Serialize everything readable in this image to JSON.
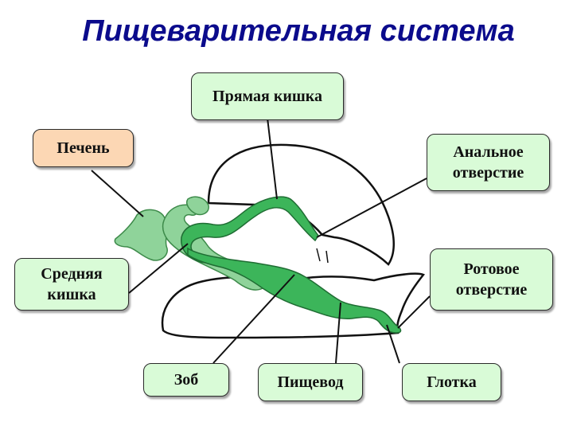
{
  "title": "Пищеварительная система",
  "labels": {
    "rectum": "Прямая кишка",
    "liver": "Печень",
    "anus": "Анальное\nотверстие",
    "midgut": "Средняя\nкишка",
    "mouth": "Ротовое\nотверстие",
    "crop": "Зоб",
    "esophagus": "Пищевод",
    "pharynx": "Глотка"
  },
  "colors": {
    "title": "#0b0b8c",
    "label_fill": "#d9fbd7",
    "liver_label_fill": "#fcd7b4",
    "gut_dark": "#3cb55a",
    "liver_light": "#8fd39a",
    "outline": "#111111"
  }
}
